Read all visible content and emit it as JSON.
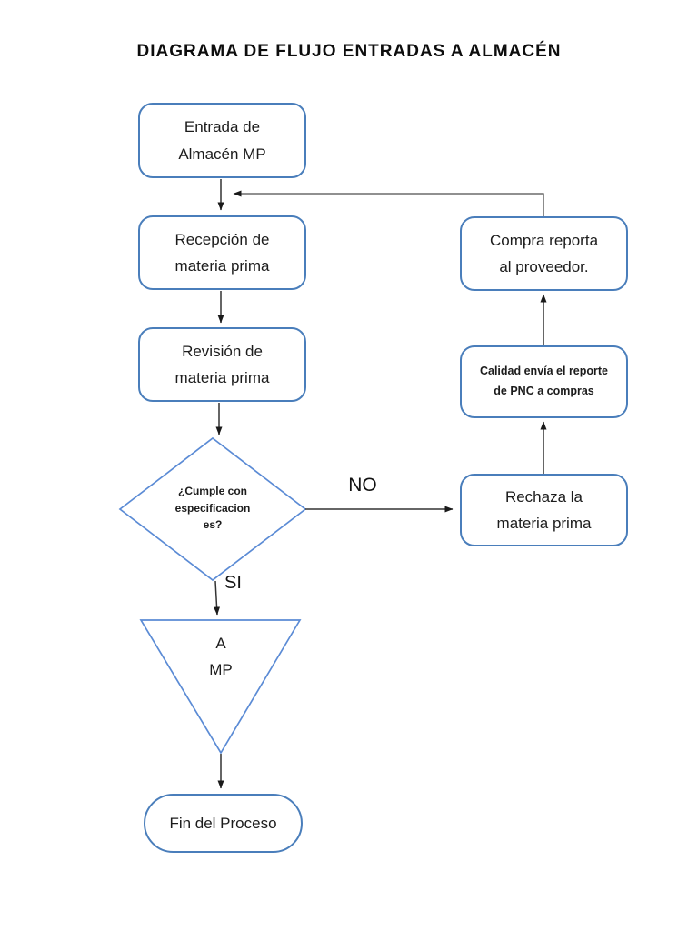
{
  "title": "DIAGRAMA DE FLUJO ENTRADAS A ALMACÉN",
  "colors": {
    "shape_border": "#4a7ebb",
    "connector_line": "#333333",
    "text": "#1c1c1c",
    "background": "#ffffff"
  },
  "nodes": {
    "entrada": {
      "label": "Entrada de\nAlmacén MP",
      "shape": "rounded-rectangle"
    },
    "recepcion": {
      "label": "Recepción de\nmateria prima",
      "shape": "rounded-rectangle"
    },
    "revision": {
      "label": "Revisión de\nmateria prima",
      "shape": "rounded-rectangle"
    },
    "decision": {
      "label": "¿Cumple con\nespecificacion\nes?",
      "shape": "diamond"
    },
    "rechaza": {
      "label": "Rechaza la\nmateria prima",
      "shape": "rounded-rectangle"
    },
    "calidad": {
      "label": "Calidad envía el reporte\nde PNC a compras",
      "shape": "rounded-rectangle"
    },
    "compra": {
      "label": "Compra reporta\nal proveedor.",
      "shape": "rounded-rectangle"
    },
    "amp": {
      "label": "A\nMP",
      "shape": "inverted-triangle"
    },
    "fin": {
      "label": "Fin del Proceso",
      "shape": "terminator"
    }
  },
  "edge_labels": {
    "no": "NO",
    "si": "SI"
  }
}
